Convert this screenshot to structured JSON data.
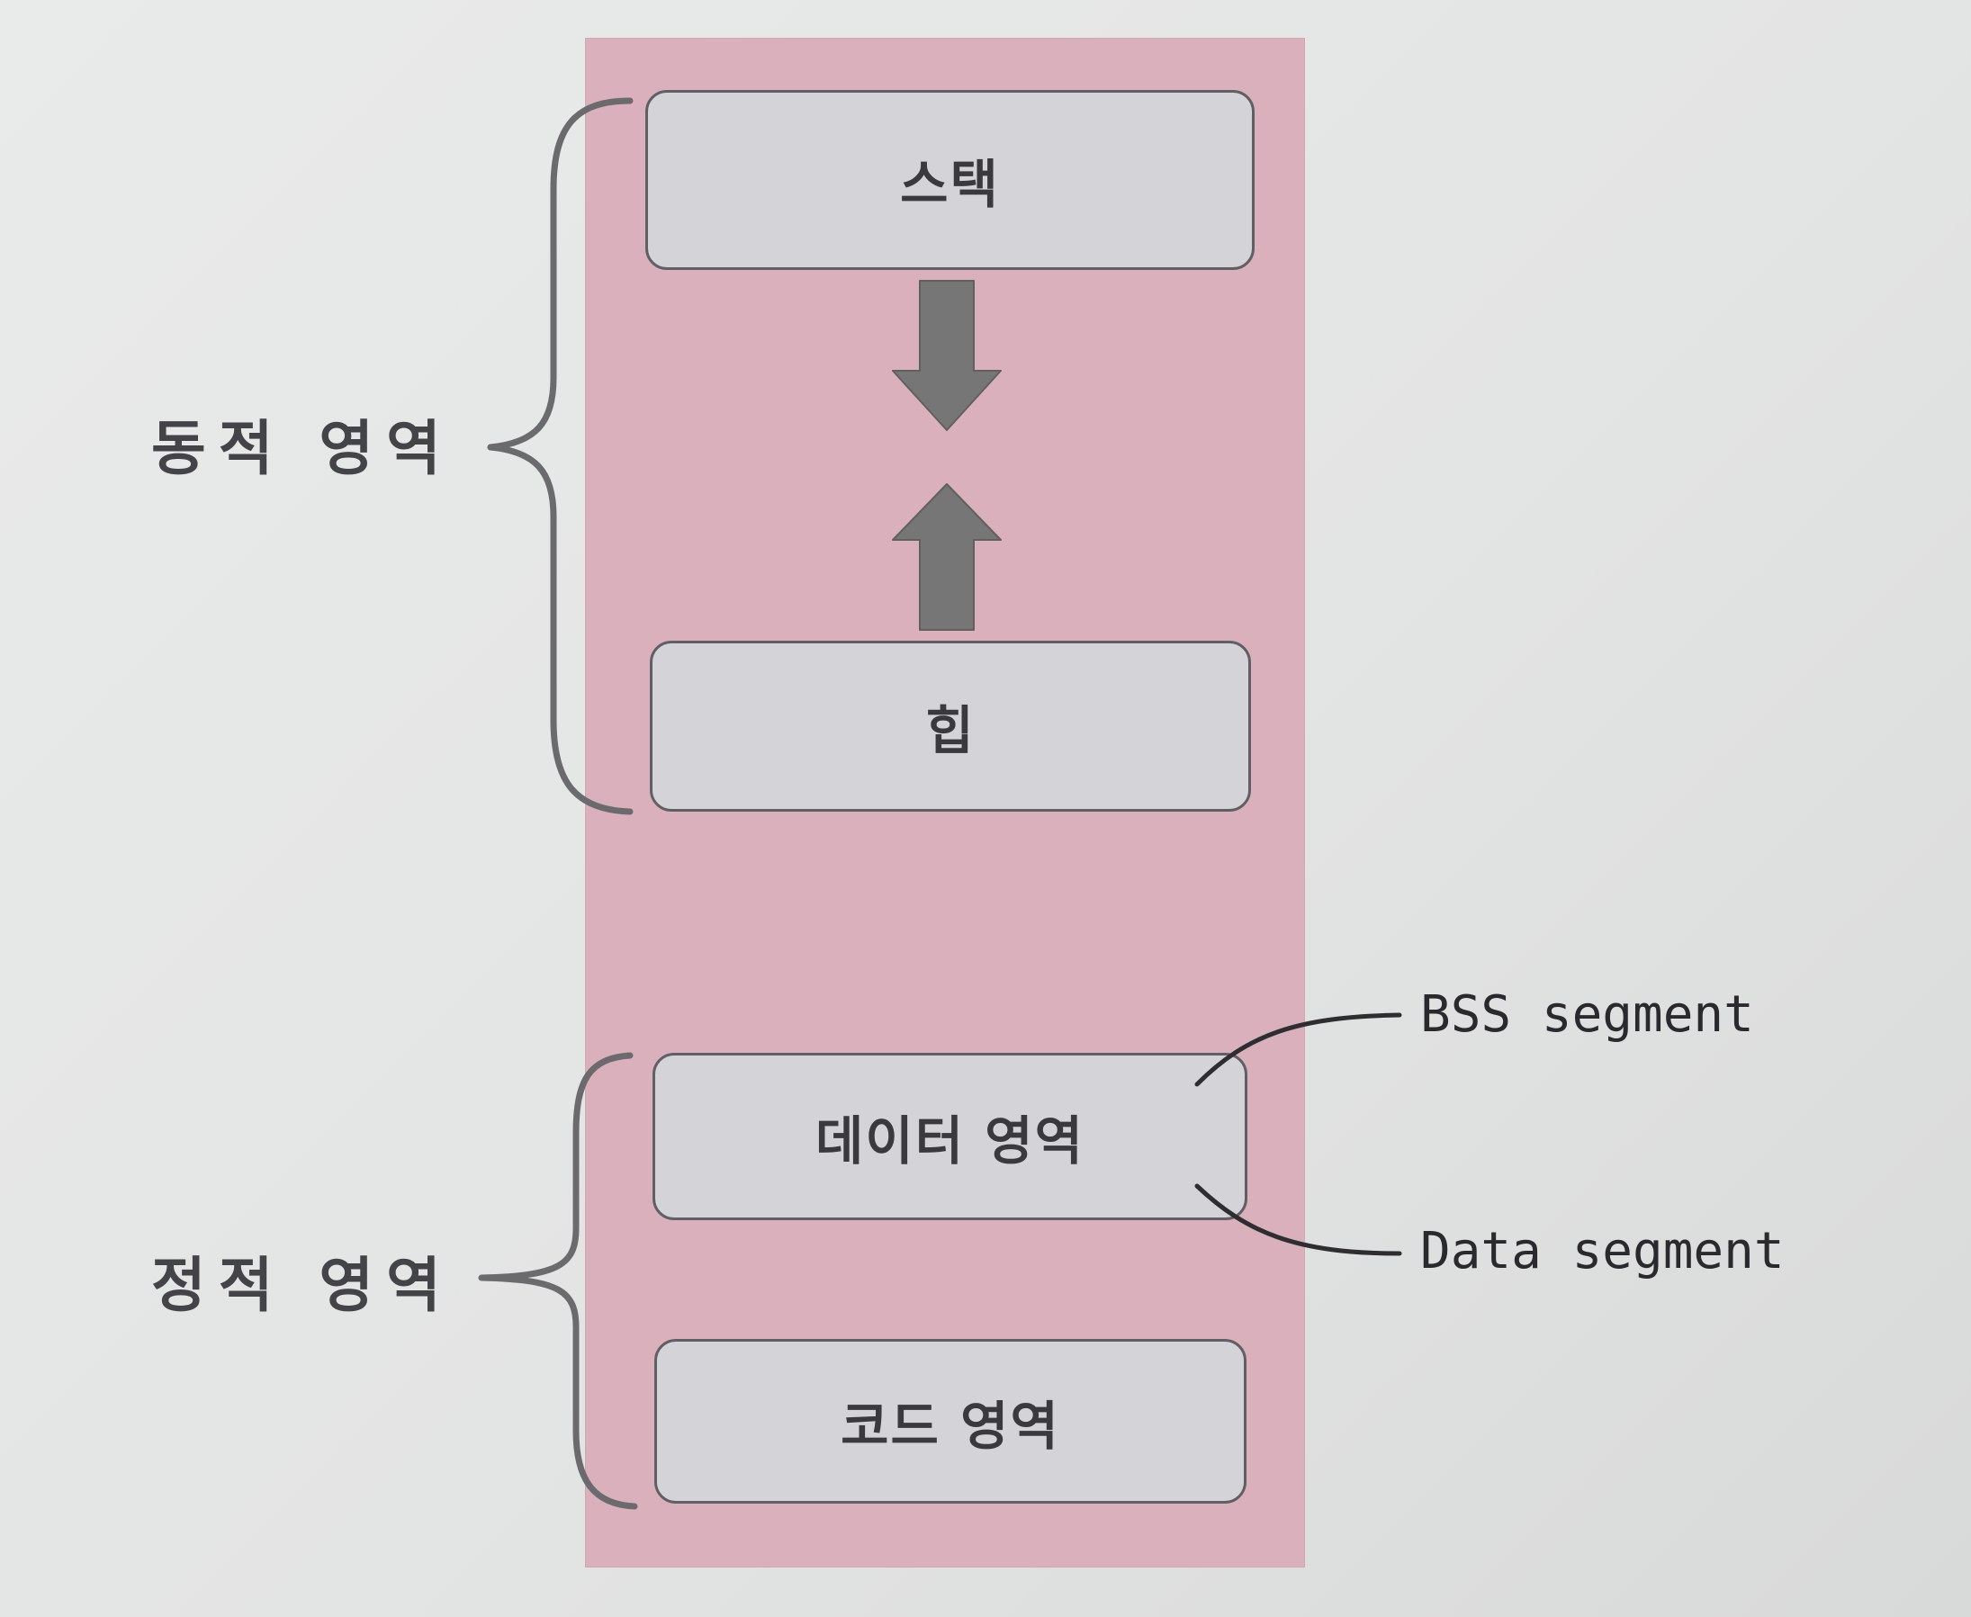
{
  "diagram": {
    "regions": {
      "stack": "스택",
      "heap": "힙",
      "data": "데이터 영역",
      "code": "코드 영역"
    },
    "groups": {
      "dynamic": "동적 영역",
      "static": "정적 영역"
    },
    "segments": {
      "bss": "BSS segment",
      "data": "Data segment"
    },
    "colors": {
      "background": "#e5e6e6",
      "memory_column": "#d9b0bb",
      "region_fill": "#d4d3d7",
      "arrow": "#767676"
    },
    "arrows": [
      "arrow-down-icon",
      "arrow-up-icon"
    ]
  }
}
